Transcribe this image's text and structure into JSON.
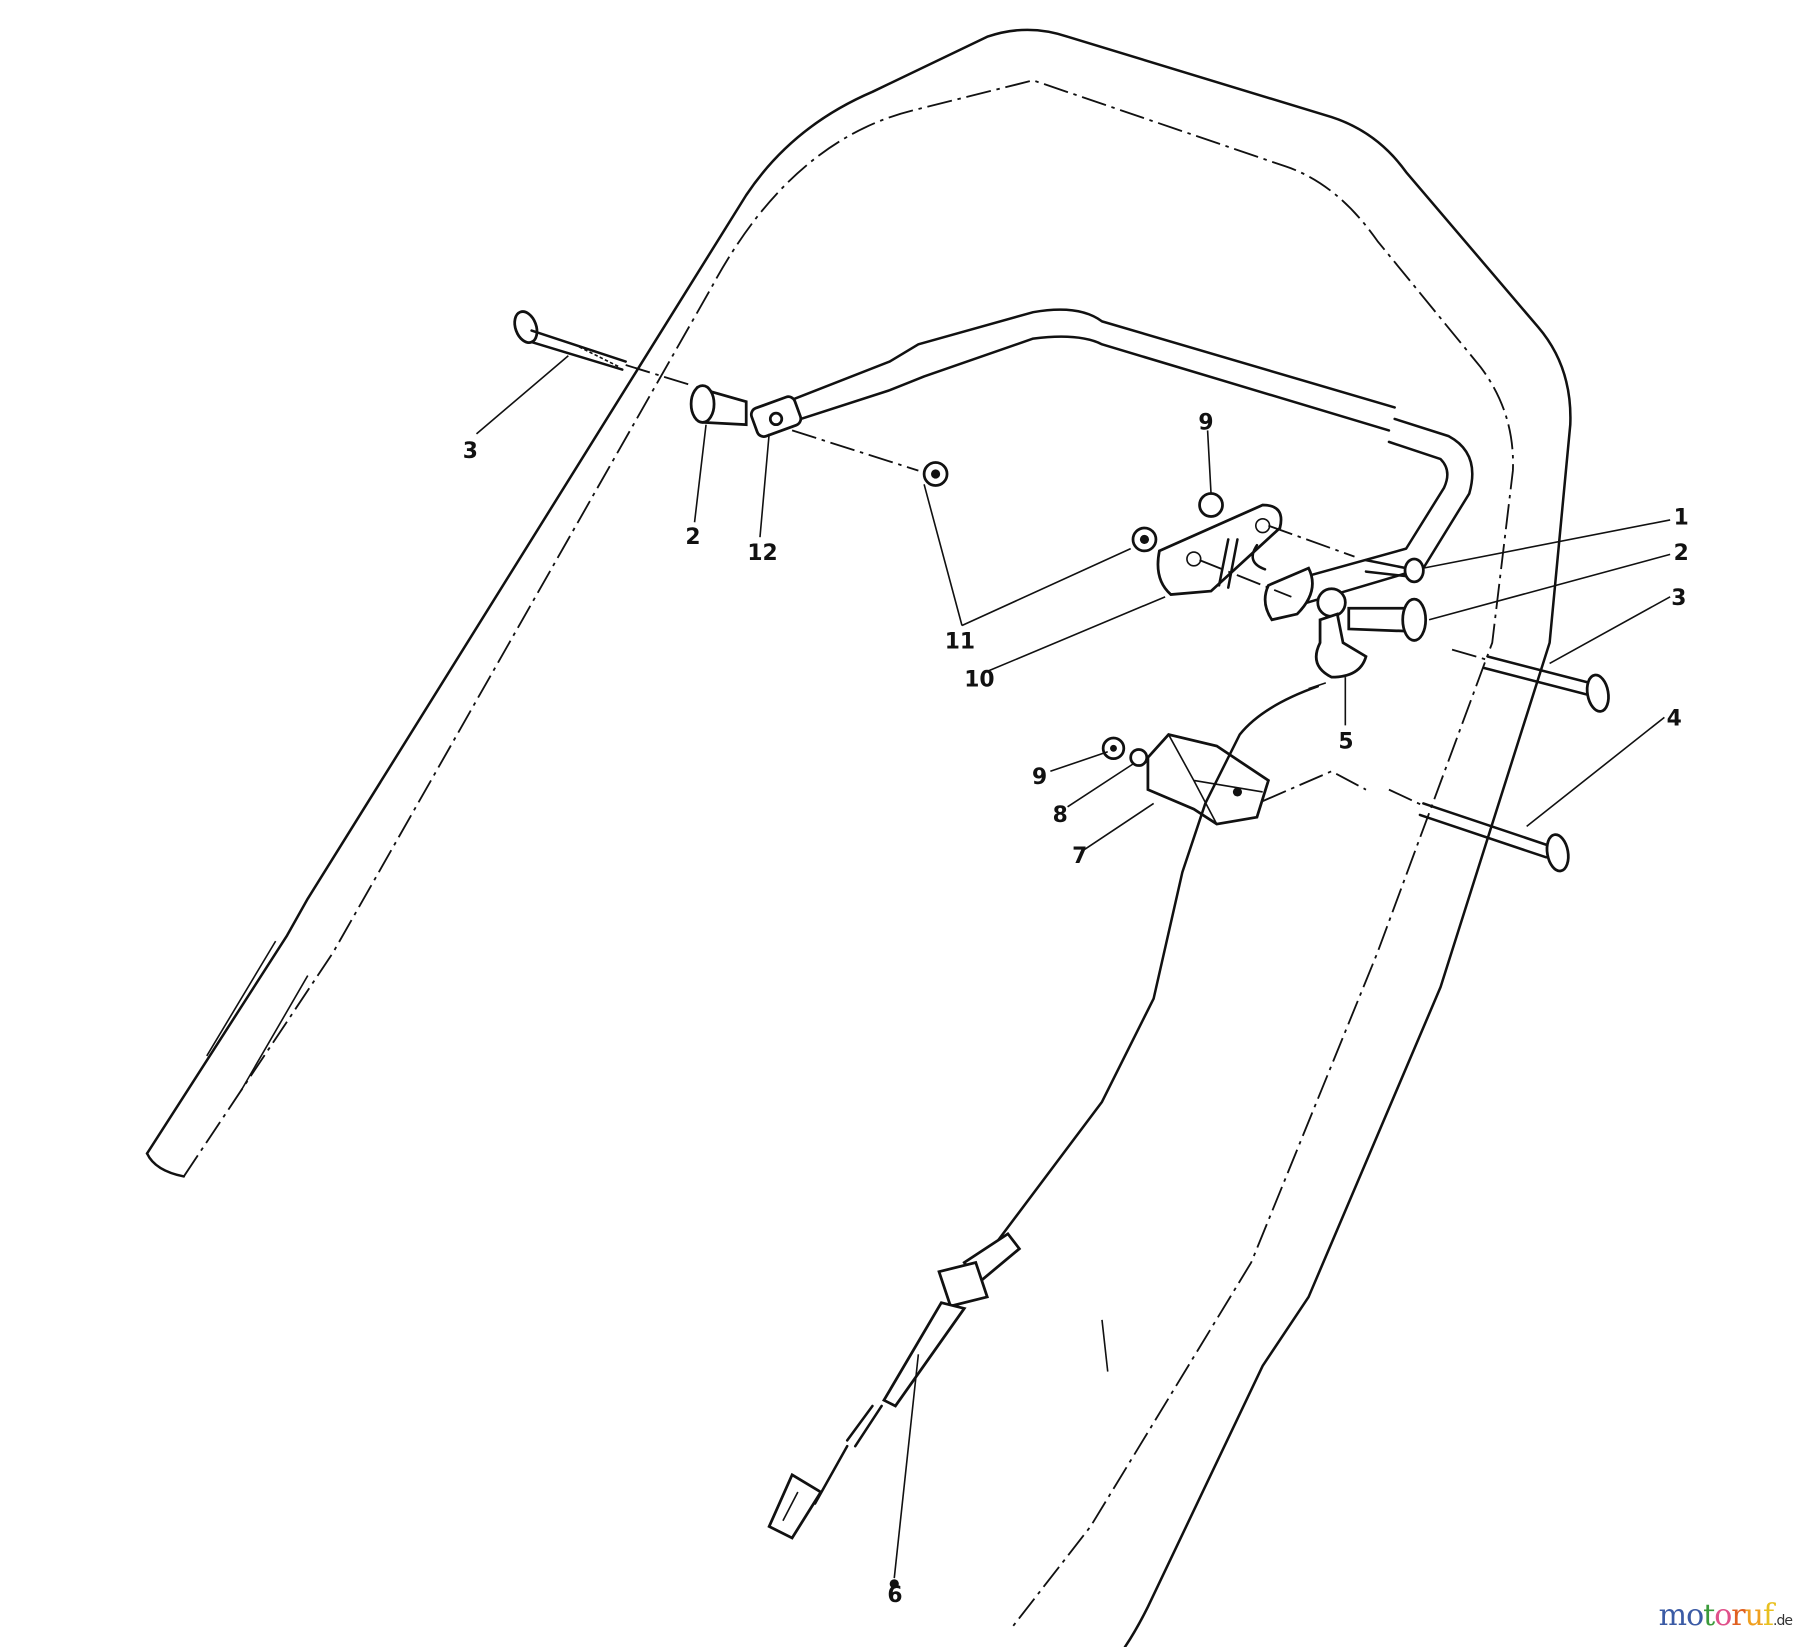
{
  "diagram": {
    "callouts": [
      "1",
      "2",
      "2",
      "3",
      "3",
      "4",
      "5",
      "6",
      "7",
      "8",
      "9",
      "9",
      "10",
      "11",
      "12"
    ]
  },
  "labels": {
    "l1": "1",
    "l2a": "2",
    "l2b": "2",
    "l3a": "3",
    "l3b": "3",
    "l4": "4",
    "l5": "5",
    "l6": "6",
    "l7": "7",
    "l8": "8",
    "l9a": "9",
    "l9b": "9",
    "l10": "10",
    "l11": "11",
    "l12": "12"
  },
  "watermark": {
    "letters": [
      "m",
      "o",
      "t",
      "o",
      "r",
      "u",
      "f"
    ],
    "colors": [
      "#3b5ba5",
      "#3b5ba5",
      "#3a9a3a",
      "#e0508a",
      "#e06020",
      "#f0a020",
      "#e8c020"
    ],
    "suffix": ".de"
  }
}
